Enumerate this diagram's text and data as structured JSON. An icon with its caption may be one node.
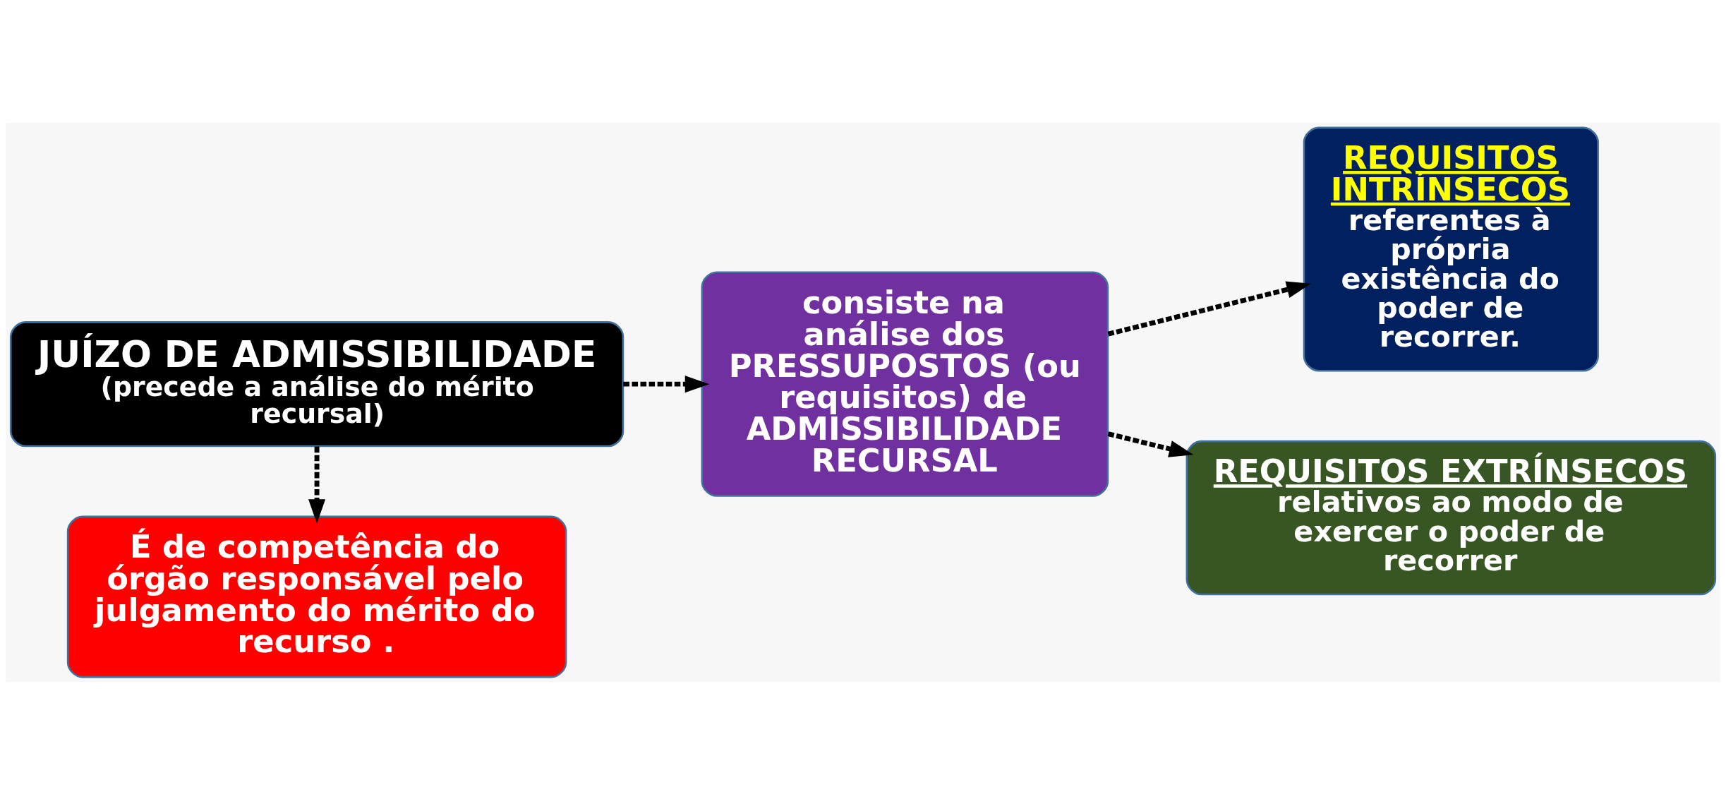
{
  "diagram": {
    "nodes": [
      {
        "text": [
          "JUÍZO DE ADMISSIBILIDADE",
          "(precede a análise do mérito recursal)"
        ]
      },
      {
        "text": [
          "consiste na análise dos PRESSUPOSTOS (ou requisitos) de ADMISSIBILIDADE RECURSAL"
        ]
      },
      {
        "text": [
          "REQUISITOS INTRÍNSECOS",
          "referentes à própria existência do poder de recorrer."
        ]
      },
      {
        "text": [
          "É de competência do órgão responsável pelo julgamento do mérito do recurso ."
        ]
      },
      {
        "text": [
          "REQUISITOS EXTRÍNSECOS",
          "relativos ao modo de exercer o poder de recorrer"
        ]
      }
    ],
    "edges": [
      {
        "from": 0,
        "to": 1,
        "arrow": "to",
        "style": "dashed"
      },
      {
        "from": 0,
        "to": 3,
        "arrow": "to",
        "style": "dashed"
      },
      {
        "from": 1,
        "to": 2,
        "arrow": "to",
        "style": "dashed"
      },
      {
        "from": 1,
        "to": 4,
        "arrow": "to",
        "style": "dashed"
      }
    ]
  }
}
